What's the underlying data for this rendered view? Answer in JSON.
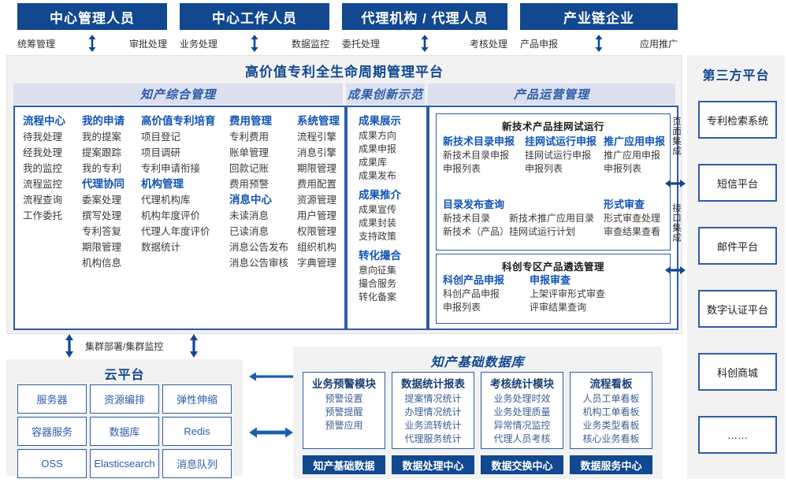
{
  "actors": [
    {
      "title": "中心管理人员",
      "left": "#11488f",
      "sub_left": "统筹管理",
      "sub_right": "审批处理"
    },
    {
      "title": "中心工作人员",
      "left": "#11488f",
      "sub_left": "业务处理",
      "sub_right": "数据监控"
    },
    {
      "title": "代理机构 / 代理人员",
      "left": "#11488f",
      "sub_left": "委托处理",
      "sub_right": "考核处理"
    },
    {
      "title": "产业链企业",
      "left": "#11488f",
      "sub_left": "产品申报",
      "sub_right": "应用推广"
    }
  ],
  "platform": {
    "title": "高价值专利全生命周期管理平台",
    "bands": [
      {
        "title": "知产综合管理"
      },
      {
        "title": "成果创新示范"
      },
      {
        "title": "产品运营管理"
      }
    ],
    "ip_management": {
      "columns": [
        {
          "groups": [
            {
              "head": "流程中心",
              "items": [
                "待我处理",
                "经我处理",
                "我的监控",
                "流程监控",
                "流程查询",
                "工作委托"
              ]
            }
          ]
        },
        {
          "groups": [
            {
              "head": "我的申请",
              "items": [
                "我的提案",
                "提案跟踪",
                "我的专利"
              ]
            },
            {
              "head": "代理协同",
              "items": [
                "委案处理",
                "撰写处理",
                "专利答复",
                "期限管理",
                "机构信息"
              ]
            }
          ]
        },
        {
          "groups": [
            {
              "head": "高价值专利培育",
              "items": [
                "项目登记",
                "项目调研",
                "专利申请衔接"
              ]
            },
            {
              "head": "机构管理",
              "items": [
                "代理机构库",
                "机构年度评价",
                "代理人年度评价",
                "数据统计"
              ]
            }
          ]
        },
        {
          "groups": [
            {
              "head": "费用管理",
              "items": [
                "专利费用",
                "账单管理",
                "回款记账",
                "费用预警"
              ]
            },
            {
              "head": "消息中心",
              "items": [
                "未读消息",
                "已读消息",
                "消息公告发布",
                "消息公告审核"
              ]
            }
          ]
        },
        {
          "groups": [
            {
              "head": "系统管理",
              "items": [
                "流程引擎",
                "消息引擎",
                "期限管理",
                "费用配置",
                "资源管理",
                "用户管理",
                "权限管理",
                "组织机构",
                "字典管理"
              ]
            }
          ]
        }
      ]
    },
    "achievement": {
      "groups": [
        {
          "head": "成果展示",
          "items": [
            "成果方向",
            "成果申报",
            "成果库",
            "成果发布"
          ]
        },
        {
          "head": "成果推介",
          "items": [
            "成果宣传",
            "成果封装",
            "支持政策"
          ]
        },
        {
          "head": "转化撮合",
          "items": [
            "意向征集",
            "撮合服务",
            "转化备案"
          ]
        }
      ]
    },
    "product_ops": {
      "box1": {
        "title": "新技术产品挂网试运行",
        "row1": [
          {
            "head": "新技术目录申报",
            "items": [
              "新技术目录申报",
              "申报列表"
            ]
          },
          {
            "head": "挂网试运行申报",
            "items": [
              "挂网试运行申报",
              "申报列表"
            ]
          },
          {
            "head": "推广应用申报",
            "items": [
              "推广应用申报",
              "申报列表"
            ]
          }
        ],
        "row2_left": {
          "head": "目录发布查询",
          "items": [
            "新技术目录　　新技术推广应用目录",
            "新技术（产品）挂网试运行计划"
          ]
        },
        "row2_right": {
          "head": "形式审查",
          "items": [
            "形式审查处理",
            "审查结果查看"
          ]
        }
      },
      "box2": {
        "title": "科创专区产品遴选管理",
        "cols": [
          {
            "head": "科创产品申报",
            "items": [
              "科创产品申报",
              "申报列表"
            ]
          },
          {
            "head": "申报审查",
            "items": [
              "上架评审形式审查",
              "评审结果查询"
            ]
          }
        ]
      }
    }
  },
  "integration": {
    "page_label": "页面集成",
    "api_label": "接口集成"
  },
  "third_party": {
    "title": "第三方平台",
    "items": [
      "专利检索系统",
      "短信平台",
      "邮件平台",
      "数字认证平台",
      "科创商城",
      "……"
    ]
  },
  "cluster": {
    "label": "集群部署/集群监控"
  },
  "cloud": {
    "title": "云平台",
    "cells": [
      "服务器",
      "资源编排",
      "弹性伸缩",
      "容器服务",
      "数据库",
      "Redis",
      "OSS",
      "Elasticsearch",
      "消息队列"
    ]
  },
  "database": {
    "title": "知产基础数据库",
    "cards": [
      {
        "head": "业务预警模块",
        "items": [
          "预警设置",
          "预警提醒",
          "预警应用"
        ]
      },
      {
        "head": "数据统计报表",
        "items": [
          "提案情况统计",
          "办理情况统计",
          "业务流转统计",
          "代理服务统计"
        ]
      },
      {
        "head": "考核统计模块",
        "items": [
          "业务处理时效",
          "业务处理质量",
          "异常情况监控",
          "代理人员考核"
        ]
      },
      {
        "head": "流程看板",
        "items": [
          "人员工单看板",
          "机构工单看板",
          "业务类型看板",
          "核心业务看板"
        ]
      }
    ],
    "footer": [
      "知产基础数据",
      "数据处理中心",
      "数据交换中心",
      "数据服务中心"
    ]
  },
  "colors": {
    "navy": "#11488f",
    "border_blue": "#2f5ca6",
    "band_bg": "#dcdfee",
    "panel_bg": "#f2f2f2"
  }
}
